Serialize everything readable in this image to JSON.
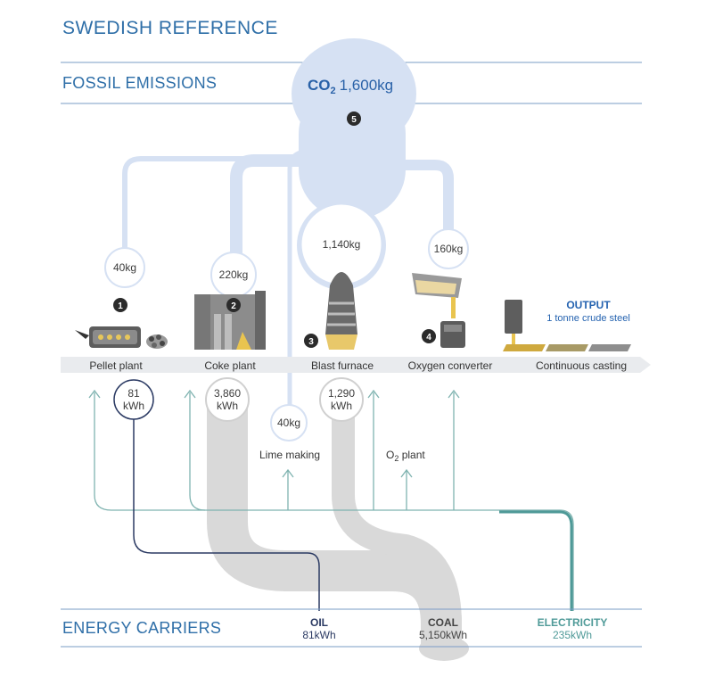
{
  "title": "SWEDISH REFERENCE",
  "sections": {
    "fossil_emissions": "FOSSIL EMISSIONS",
    "energy_carriers": "ENERGY CARRIERS"
  },
  "co2": {
    "label": "CO",
    "sub": "2",
    "value": "1,600kg",
    "step": "5"
  },
  "emissions": {
    "pellet": "40kg",
    "coke": "220kg",
    "blast": "1,140kg",
    "oxygen": "160kg",
    "lime": "40kg"
  },
  "processes": {
    "pellet": "Pellet plant",
    "coke": "Coke plant",
    "blast": "Blast furnace",
    "oxygen": "Oxygen converter",
    "casting": "Continuous casting",
    "lime": "Lime making",
    "o2_plant": "O",
    "o2_plant_sub": "2",
    "o2_plant_suffix": " plant"
  },
  "steps": {
    "pellet": "1",
    "coke": "2",
    "blast": "3",
    "oxygen": "4"
  },
  "inputs": {
    "pellet_value": "81",
    "pellet_unit": "kWh",
    "coke_value": "3,860",
    "coke_unit": "kWh",
    "blast_value": "1,290",
    "blast_unit": "kWh"
  },
  "output": {
    "label": "OUTPUT",
    "desc": "1 tonne crude steel"
  },
  "carriers": {
    "oil": {
      "label": "OIL",
      "value": "81kWh"
    },
    "coal": {
      "label": "COAL",
      "value": "5,150kWh"
    },
    "electricity": {
      "label": "ELECTRICITY",
      "value": "235kWh"
    }
  },
  "colors": {
    "brand_blue": "#2f6fa8",
    "co2_cloud": "#d6e1f3",
    "coal_flow": "#d9d9d9",
    "oil_line": "#2b3a63",
    "electricity_line": "#4f9a98",
    "process_bar": "#e9ebee"
  }
}
